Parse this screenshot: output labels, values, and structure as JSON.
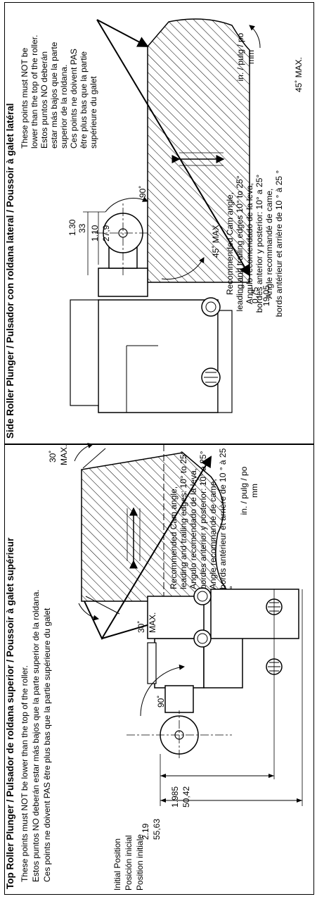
{
  "top_roller": {
    "title": "Top Roller Plunger / Pulsador de roldana superior / Poussoir à galet supérieur",
    "note_en": "These points must NOT be lower than the top of the roller.",
    "note_es": "Estos puntos NO deberán estar más bajos que la parte superior de la roldana.",
    "note_fr": "Ces points ne doivent PAS être plus bas que la partie supérieure du galet",
    "initial_en": "Initial Position",
    "initial_es": "Posición inicial",
    "initial_fr": "Position initiale",
    "dim1_in": "2.19",
    "dim1_mm": "55,63",
    "dim2_in": "1.985",
    "dim2_mm": "50,42",
    "angle_90": "90˚",
    "angle_left_1": "30˚",
    "angle_left_2": "MAX.",
    "angle_right_1": "30˚",
    "angle_right_2": "MAX.",
    "cam_text": "Recommended Cam angle,\nleading and trailing edges: 10° to 25°\nAngulo recomendado de la leva,\nbordes anterior y posterior: 10° a 25°\nAngle recommandé de came,\nbords antérieur et arrière de 10 ° à 25 °",
    "units_1": "in. / pulg / po",
    "units_2": "mm"
  },
  "side_roller": {
    "title": "Side Roller Plunger / Pulsador con roldana lateral / Poussoir à galet latéral",
    "note": "These points must NOT be\nlower than the top of the roller.\nEstos puntos NO deberán\nestar más bajos que la parte\nsuperior de la roldana.\nCes points ne doivent PAS\nêtre plus bas que la partie\nsupérieure du galet",
    "dim1_in": "1.30",
    "dim1_mm": "33",
    "dim2_in": "1.10",
    "dim2_mm": "27,9",
    "dim3_in": "0.75",
    "dim3_mm": "19,05",
    "angle_90": "90˚",
    "angle_45_a": "45˚ MAX.",
    "angle_45_b": "45˚ MAX.",
    "cam_text": "Recommended Cam angle,\nleading and trailing edges 10° to 25°\nAngulo recomendado de la leva,\nbordes anterior y posterior: 10° a 25°\nAngle recommandé de came,\nbords antérieur et arrière de 10 ° à 25 °",
    "units_1": "in. / pulg / po",
    "units_2": "mm"
  }
}
